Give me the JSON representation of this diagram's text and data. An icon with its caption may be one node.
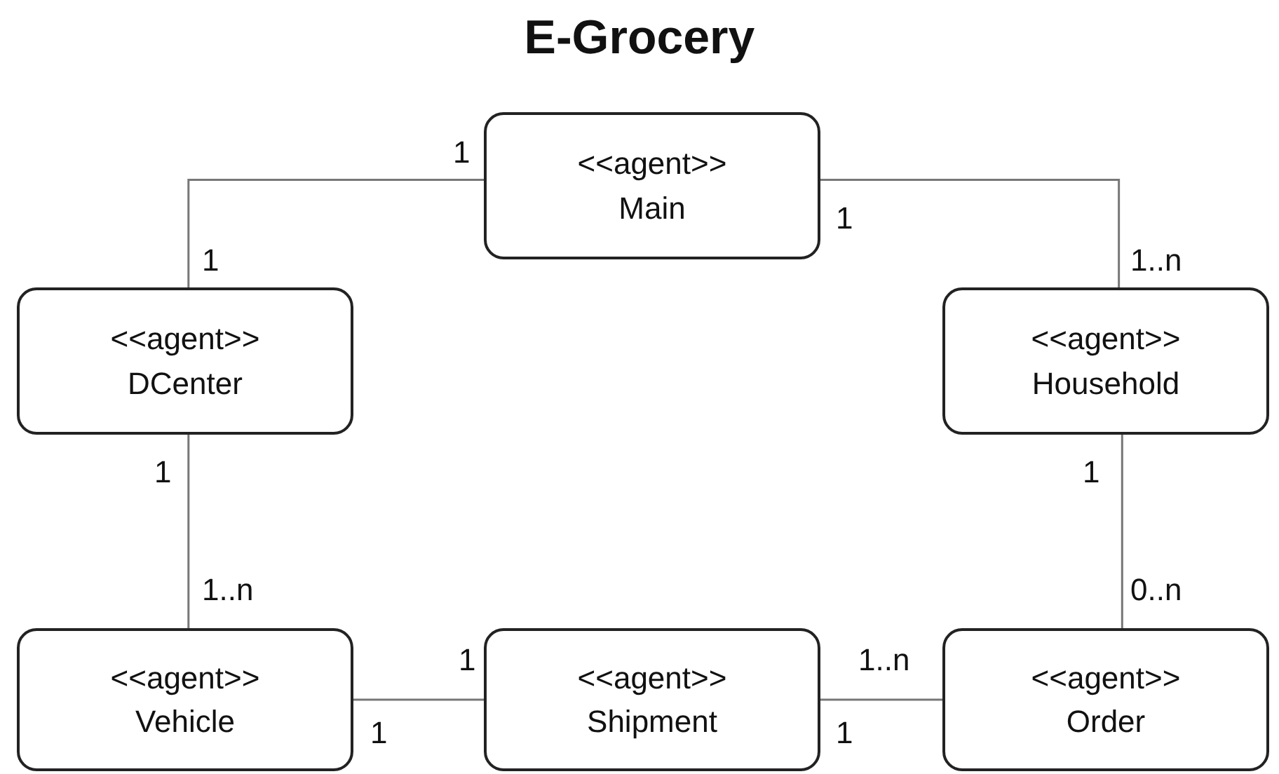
{
  "diagram": {
    "title": "E-Grocery",
    "nodes": [
      {
        "text": [
          "<<agent>>",
          "Main"
        ]
      },
      {
        "text": [
          "<<agent>>",
          "DCenter"
        ]
      },
      {
        "text": [
          "<<agent>>",
          "Household"
        ]
      },
      {
        "text": [
          "<<agent>>",
          "Vehicle"
        ]
      },
      {
        "text": [
          "<<agent>>",
          "Shipment"
        ]
      },
      {
        "text": [
          "<<agent>>",
          "Order"
        ]
      }
    ],
    "edges": [
      {
        "from": 0,
        "to": 1,
        "arrow": "none"
      },
      {
        "from": 0,
        "to": 2,
        "arrow": "none"
      },
      {
        "from": 1,
        "to": 3,
        "arrow": "none"
      },
      {
        "from": 2,
        "to": 5,
        "arrow": "none"
      },
      {
        "from": 3,
        "to": 4,
        "arrow": "none"
      },
      {
        "from": 4,
        "to": 5,
        "arrow": "none"
      }
    ],
    "labels": [
      "1",
      "1",
      "1",
      "1..n",
      "1",
      "1",
      "1..n",
      "0..n",
      "1",
      "1..n",
      "1",
      "1"
    ]
  }
}
